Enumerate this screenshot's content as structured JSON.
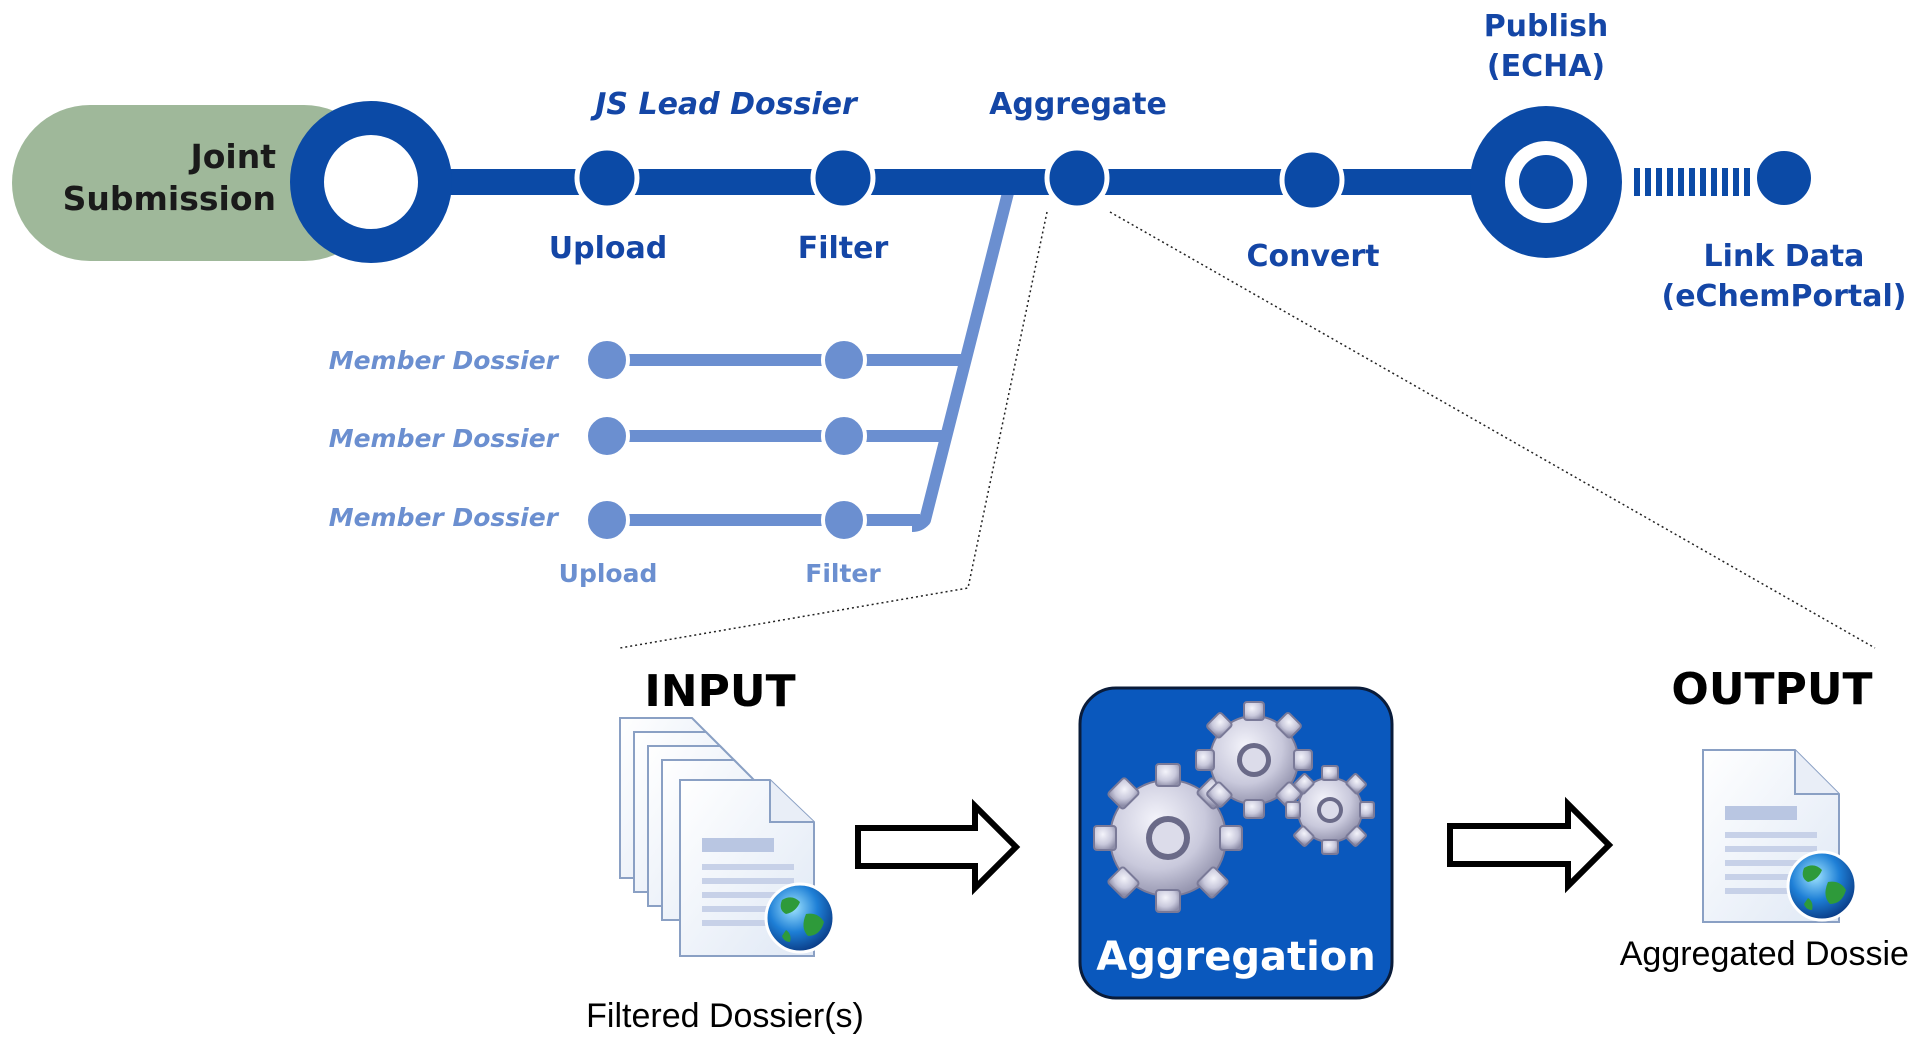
{
  "start": {
    "label_line1": "Joint",
    "label_line2": "Submission"
  },
  "lead": {
    "title": "JS Lead Dossier",
    "upload": "Upload",
    "filter": "Filter",
    "aggregate": "Aggregate",
    "convert": "Convert",
    "publish_line1": "Publish",
    "publish_line2": "(ECHA)",
    "link_line1": "Link Data",
    "link_line2": "(eChemPortal)"
  },
  "members": {
    "rows": [
      "Member Dossier",
      "Member Dossier",
      "Member Dossier"
    ],
    "upload": "Upload",
    "filter": "Filter"
  },
  "process": {
    "input_title": "INPUT",
    "input_caption": "Filtered Dossier(s)",
    "engine_label": "Aggregation",
    "output_title": "OUTPUT",
    "output_caption": "Aggregated Dossier"
  },
  "colors": {
    "lead_line": "#0b4aa6",
    "member_line": "#6b8fd0",
    "start_pill": "#9fb89a",
    "engine_box": "#0a58bd"
  }
}
